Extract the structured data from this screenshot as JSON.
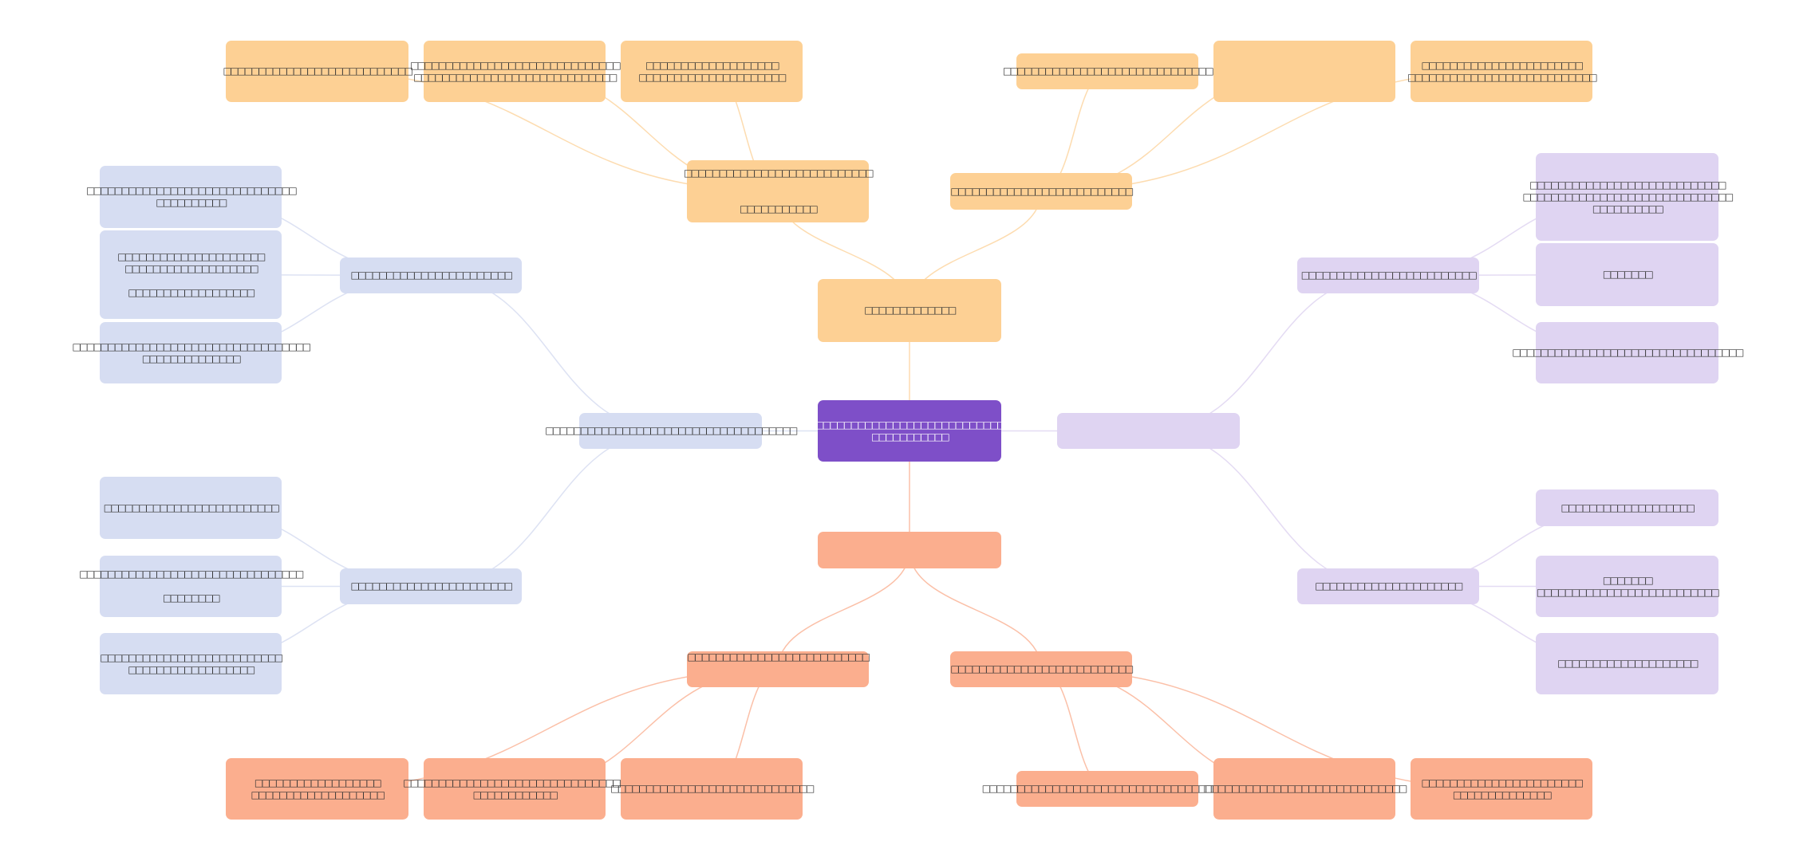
{
  "colors": {
    "center": "#7e4fc8",
    "top": "#fdd094",
    "bottom": "#fbae8e",
    "left": "#d6ddf2",
    "right": "#dfd4f2",
    "edge_top": "#fddcb0",
    "edge_bottom": "#fbc0a8",
    "edge_left": "#dde2f3",
    "edge_right": "#e4dbf3"
  },
  "nodes": {
    "center": "□□□□□□□□□□□□□□□□□□□□□□□□□□□□□\n□□□□□□□□□□□",
    "top": "□□□□□□□□□□□□□",
    "bottom": "",
    "left": "□□□□□□□□□□□□□□□□□□□□□□□□□□□□□□□□□□□□",
    "right": "",
    "top_a": "□□□□□□□□□□□□□□□□□□□□□□□□□□□\n\n\n□□□□□□□□□□□",
    "top_b": "□□□□□□□□□□□□□□□□□□□□□□□□□□",
    "top_a1": "□□□□□□□□□□□□□□□□□□□□□□□□□□□",
    "top_a2": "□□□□□□□□□□□□□□□□□□□□□□□□□□□□□□\n□□□□□□□□□□□□□□□□□□□□□□□□□□□□□",
    "top_a3": "□□□□□□□□□□□□□□□□□□□\n□□□□□□□□□□□□□□□□□□□□□",
    "top_b1": "□□□□□□□□□□□□□□□□□□□□□□□□□□□□□□",
    "top_b2": "",
    "top_b3": "□□□□□□□□□□□□□□□□□□□□□□□\n□□□□□□□□□□□□□□□□□□□□□□□□□□□",
    "left_c": "□□□□□□□□□□□□□□□□□□□□□□□",
    "left_d": "□□□□□□□□□□□□□□□□□□□□□□□",
    "left_c1": "□□□□□□□□□□□□□□□□□□□□□□□□□□□□□□\n□□□□□□□□□□",
    "left_c2": "□□□□□□□□□□□□□□□□□□□□□\n□□□□□□□□□□□□□□□□□□□\n\n□□□□□□□□□□□□□□□□□□",
    "left_c3": "□□□□□□□□□□□□□□□□□□□□□□□□□□□□□□□□□□\n□□□□□□□□□□□□□□",
    "left_d1": "□□□□□□□□□□□□□□□□□□□□□□□□□",
    "left_d2": "□□□□□□□□□□□□□□□□□□□□□□□□□□□□□□□□\n\n□□□□□□□□",
    "left_d3": "□□□□□□□□□□□□□□□□□□□□□□□□□□\n□□□□□□□□□□□□□□□□□□",
    "right_e": "□□□□□□□□□□□□□□□□□□□□□□□□□",
    "right_f": "□□□□□□□□□□□□□□□□□□□□□",
    "right_e1": "□□□□□□□□□□□□□□□□□□□□□□□□□□□□\n□□□□□□□□□□□□□□□□□□□□□□□□□□□□□□\n□□□□□□□□□□",
    "right_e2": "□□□□□□□",
    "right_e3": "□□□□□□□□□□□□□□□□□□□□□□□□□□□□□□□□□",
    "right_f1": "□□□□□□□□□□□□□□□□□□□",
    "right_f2": "□□□□□□□\n□□□□□□□□□□□□□□□□□□□□□□□□□□",
    "right_f3": "□□□□□□□□□□□□□□□□□□□□",
    "bottom_g": "□□□□□□□□□□□□□□□□□□□□□□□□□□\n\n\n",
    "bottom_h": "□□□□□□□□□□□□□□□□□□□□□□□□□□",
    "bottom_g1": "□□□□□□□□□□□□□□□□□□\n□□□□□□□□□□□□□□□□□□□",
    "bottom_g2": "□□□□□□□□□□□□□□□□□□□□□□□□□□□□□□□□\n□□□□□□□□□□□□",
    "bottom_g3": "□□□□□□□□□□□□□□□□□□□□□□□□□□□□□",
    "bottom_h1": "□□□□□□□□□□□□□□□□□□□□□□□□□□□□□□□□□□□□",
    "bottom_h2": "□□□□□□□□□□□□□□□□□□□□□□□□□□□□□",
    "bottom_h3": "□□□□□□□□□□□□□□□□□□□□□□□\n□□□□□□□□□□□□□□"
  }
}
